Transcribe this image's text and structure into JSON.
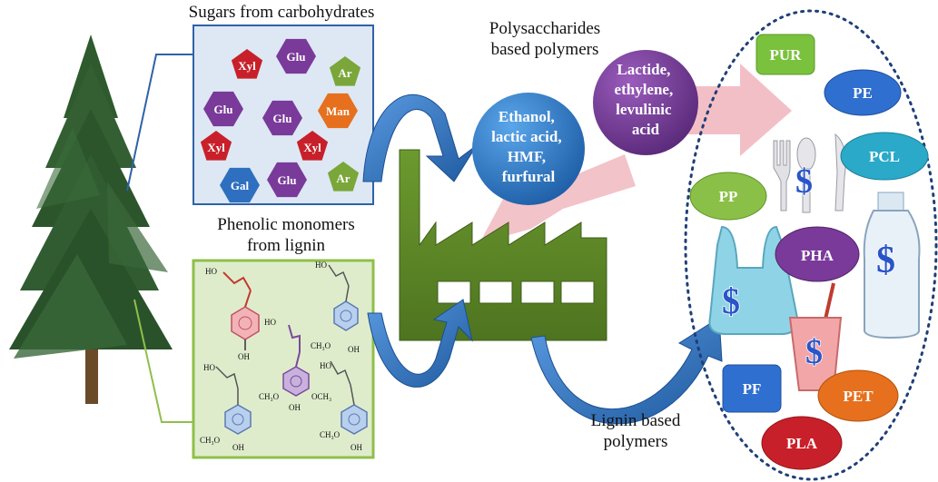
{
  "captions": {
    "sugars": "Sugars from carbohydrates",
    "phenolic_line1": "Phenolic monomers",
    "phenolic_line2": "from lignin",
    "polysaccharides_line1": "Polysaccharides",
    "polysaccharides_line2": "based polymers",
    "lignin_line1": "Lignin based",
    "lignin_line2": "polymers"
  },
  "sugars": [
    {
      "label": "Xyl",
      "shape": "pentagon",
      "color": "#c8202a"
    },
    {
      "label": "Glu",
      "shape": "hexagon",
      "color": "#7a3a9a"
    },
    {
      "label": "Ar",
      "shape": "pentagon",
      "color": "#7aa63a"
    },
    {
      "label": "Glu",
      "shape": "hexagon",
      "color": "#7a3a9a"
    },
    {
      "label": "Glu",
      "shape": "hexagon",
      "color": "#7a3a9a"
    },
    {
      "label": "Man",
      "shape": "hexagon",
      "color": "#e6701e"
    },
    {
      "label": "Xyl",
      "shape": "pentagon",
      "color": "#c8202a"
    },
    {
      "label": "Xyl",
      "shape": "pentagon",
      "color": "#c8202a"
    },
    {
      "label": "Gal",
      "shape": "hexagon",
      "color": "#2f6fbf"
    },
    {
      "label": "Glu",
      "shape": "hexagon",
      "color": "#7a3a9a"
    },
    {
      "label": "Ar",
      "shape": "pentagon",
      "color": "#7aa63a"
    }
  ],
  "lignin_labels": {
    "ho": "HO",
    "oh": "OH",
    "och3_left": "CH₃O",
    "och3_right": "OCH₃"
  },
  "intermediates": {
    "ethanol": [
      "Ethanol,",
      "lactic acid,",
      "HMF,",
      "furfural"
    ],
    "lactide": [
      "Lactide,",
      "ethylene,",
      "levulinic",
      "acid"
    ]
  },
  "polymers": [
    {
      "label": "PUR",
      "color": "#7ac13e"
    },
    {
      "label": "PE",
      "color": "#2f6fcf"
    },
    {
      "label": "PCL",
      "color": "#2aa9c8"
    },
    {
      "label": "PP",
      "color": "#8ac048"
    },
    {
      "label": "PHA",
      "color": "#7a3a9a"
    },
    {
      "label": "PF",
      "color": "#2f6fcf"
    },
    {
      "label": "PET",
      "color": "#e6701e"
    },
    {
      "label": "PLA",
      "color": "#c8202a"
    }
  ],
  "dollar_symbol": "$"
}
